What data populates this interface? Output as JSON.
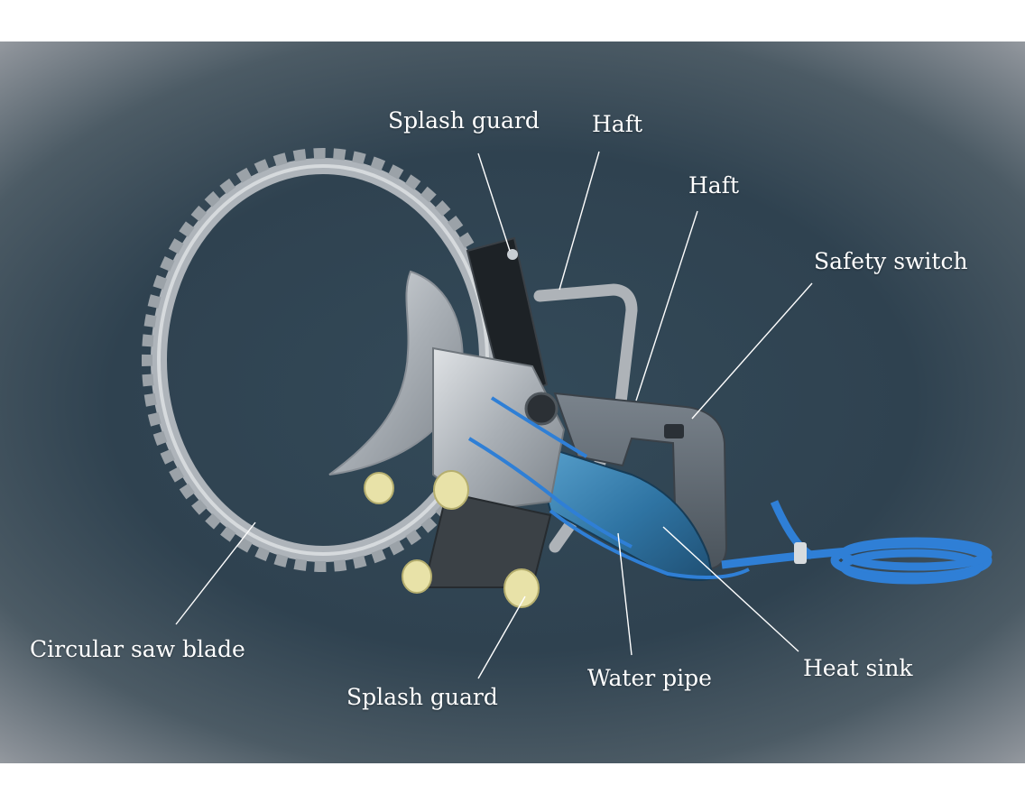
{
  "figure": {
    "subject": "hydraulic ring saw",
    "colors": {
      "background": "#2f4250",
      "metal": "#b9bec3",
      "motor": "#3f84b0",
      "hose": "#2f7fd6",
      "handle": "#5d6670",
      "wheel": "#e6e0a8",
      "label": "#ffffff"
    }
  },
  "labels": {
    "splash_guard_top": "Splash guard",
    "haft_1": "Haft",
    "haft_2": "Haft",
    "safety_switch": "Safety switch",
    "circular_saw_blade": "Circular saw blade",
    "splash_guard_bottom": "Splash guard",
    "water_pipe": "Water pipe",
    "heat_sink": "Heat sink"
  }
}
